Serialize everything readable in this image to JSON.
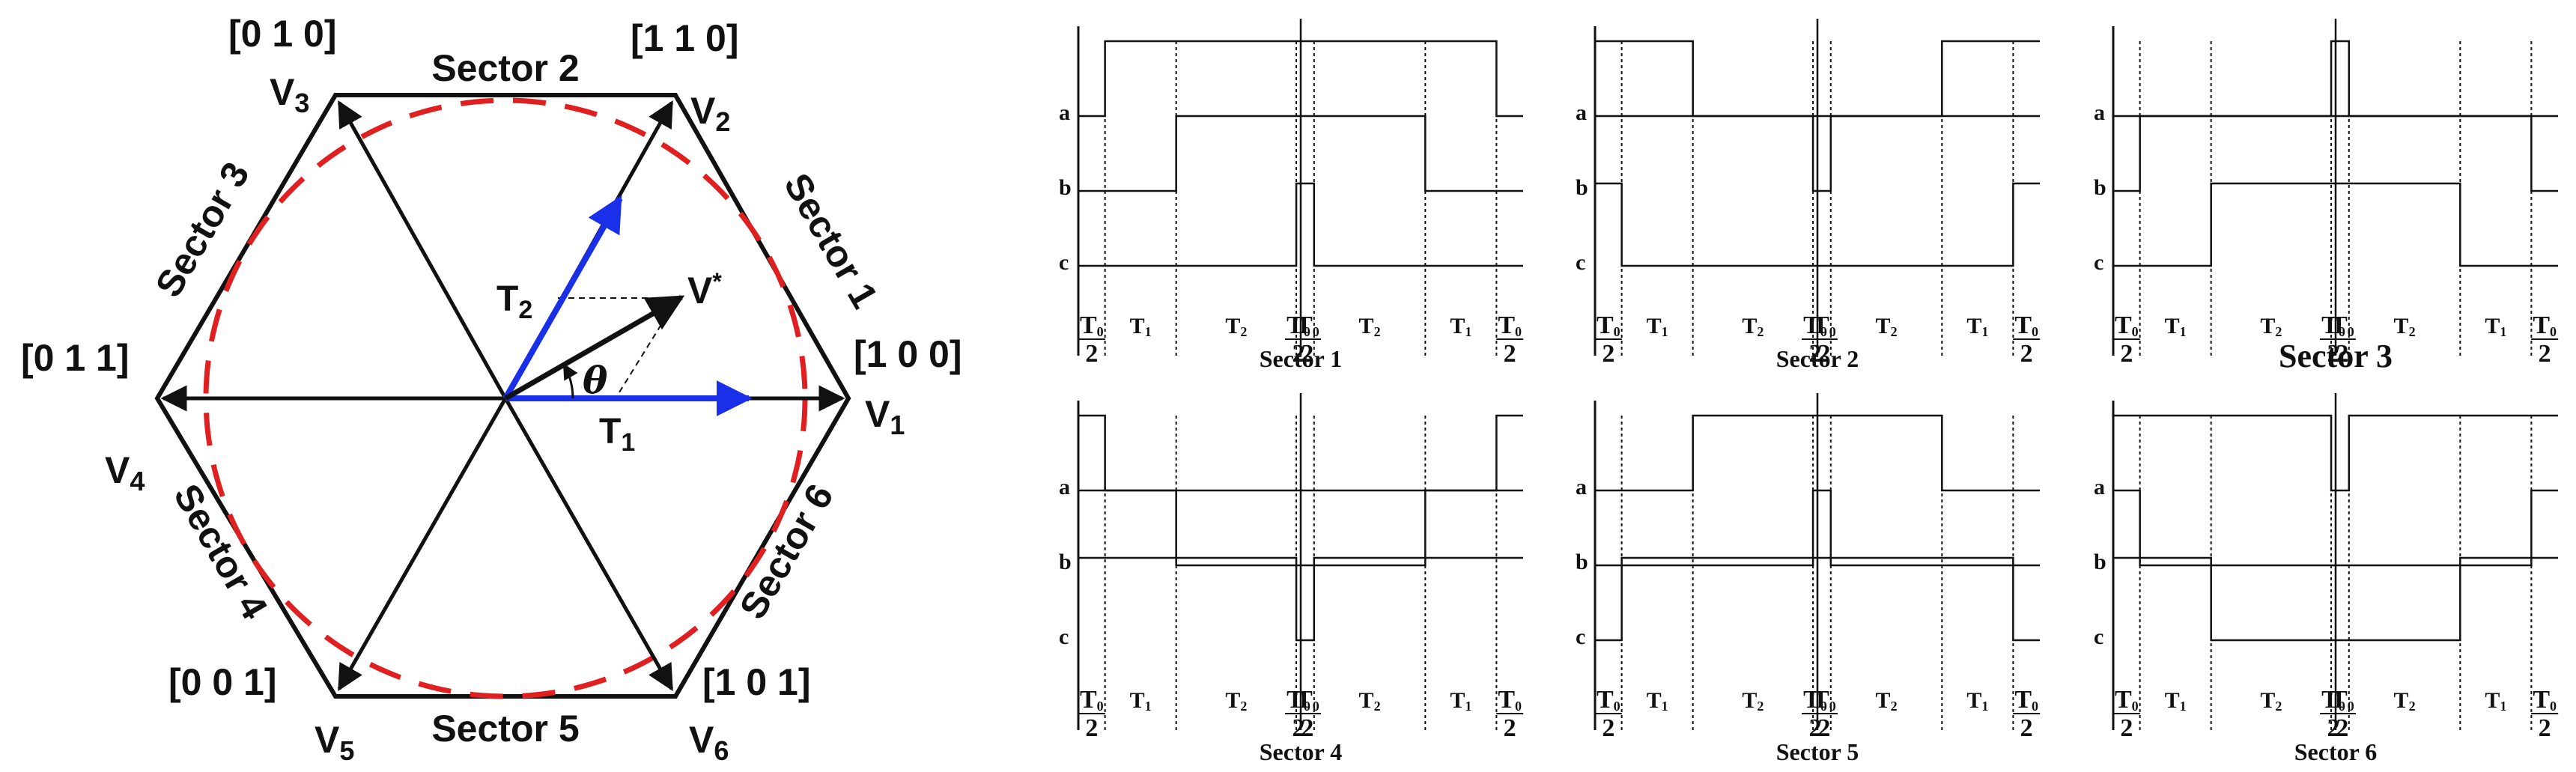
{
  "hexagon": {
    "vectors": [
      {
        "name": "V",
        "sub": "1",
        "code": "[1 0 0]"
      },
      {
        "name": "V",
        "sub": "2",
        "code": "[1 1 0]"
      },
      {
        "name": "V",
        "sub": "3",
        "code": "[0 1 0]"
      },
      {
        "name": "V",
        "sub": "4",
        "code": "[0 1 1]"
      },
      {
        "name": "V",
        "sub": "5",
        "code": "[0 0 1]"
      },
      {
        "name": "V",
        "sub": "6",
        "code": "[1 0 1]"
      }
    ],
    "sectors": [
      "Sector 1",
      "Sector 2",
      "Sector 3",
      "Sector 4",
      "Sector 5",
      "Sector 6"
    ],
    "reference": {
      "name": "V",
      "sup": "*"
    },
    "angle": "θ",
    "components": [
      {
        "name": "T",
        "sub": "1"
      },
      {
        "name": "T",
        "sub": "2"
      }
    ],
    "colors": {
      "hexagon": "#111111",
      "circle": "#e02020",
      "components": "#1a2fe8",
      "reference": "#111111"
    }
  },
  "pwm": {
    "row_labels": [
      "a",
      "b",
      "c"
    ],
    "segments": [
      {
        "top": "T",
        "sub": "0",
        "bottom": "2"
      },
      {
        "top": "T",
        "sub": "1"
      },
      {
        "top": "T",
        "sub": "2"
      },
      {
        "top": "T",
        "sub": "0",
        "bottom": "2"
      },
      {
        "top": "T",
        "sub": "0",
        "bottom": "2"
      },
      {
        "top": "T",
        "sub": "2"
      },
      {
        "top": "T",
        "sub": "1"
      },
      {
        "top": "T",
        "sub": "0",
        "bottom": "2"
      }
    ],
    "panels": [
      {
        "title": "Sector 1",
        "levels": {
          "a": [
            0,
            1,
            1,
            1,
            1,
            1,
            1,
            0
          ],
          "b": [
            0,
            0,
            1,
            1,
            1,
            1,
            0,
            0
          ],
          "c": [
            0,
            0,
            0,
            1,
            1,
            0,
            0,
            0
          ]
        }
      },
      {
        "title": "Sector 2",
        "levels": {
          "a": [
            1,
            1,
            0,
            0,
            0,
            0,
            1,
            1
          ],
          "b": [
            1,
            1,
            1,
            0,
            0,
            1,
            1,
            1
          ],
          "c": [
            1,
            0,
            0,
            0,
            0,
            0,
            0,
            1
          ]
        }
      },
      {
        "title": "Sector 3",
        "levels": {
          "a": [
            0,
            0,
            0,
            1,
            1,
            0,
            0,
            0
          ],
          "b": [
            0,
            1,
            1,
            1,
            1,
            1,
            1,
            0
          ],
          "c": [
            0,
            0,
            1,
            1,
            1,
            1,
            0,
            0
          ]
        }
      },
      {
        "title": "Sector 4",
        "levels": {
          "a": [
            1,
            0,
            0,
            0,
            0,
            0,
            0,
            1
          ],
          "b": [
            1,
            1,
            0,
            0,
            0,
            0,
            1,
            1
          ],
          "c": [
            1,
            1,
            1,
            0,
            0,
            1,
            1,
            1
          ]
        }
      },
      {
        "title": "Sector 5",
        "levels": {
          "a": [
            0,
            0,
            1,
            1,
            1,
            1,
            0,
            0
          ],
          "b": [
            0,
            0,
            0,
            1,
            1,
            0,
            0,
            0
          ],
          "c": [
            0,
            1,
            1,
            1,
            1,
            1,
            1,
            0
          ]
        }
      },
      {
        "title": "Sector 6",
        "levels": {
          "a": [
            1,
            1,
            1,
            0,
            0,
            1,
            1,
            1
          ],
          "b": [
            1,
            0,
            0,
            0,
            0,
            0,
            0,
            1
          ],
          "c": [
            1,
            1,
            0,
            0,
            0,
            0,
            1,
            1
          ]
        }
      }
    ]
  }
}
